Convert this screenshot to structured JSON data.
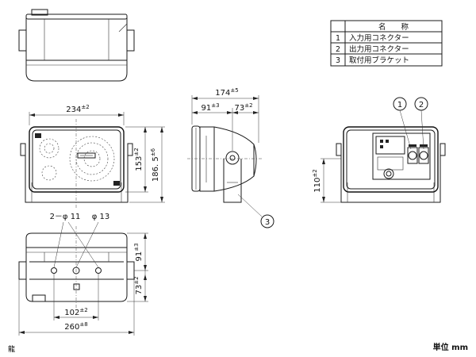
{
  "parts_table": {
    "header_no": "",
    "header_name": "名　　称",
    "rows": [
      {
        "no": "1",
        "name": "入力用コネクター"
      },
      {
        "no": "2",
        "name": "出力用コネクター"
      },
      {
        "no": "3",
        "name": "取付用ブラケット"
      }
    ]
  },
  "dimensions": {
    "width_234": "234",
    "width_234_tol": "±2",
    "height_153": "153",
    "height_153_tol": "±2",
    "height_186": "186. 5",
    "height_186_tol": "±6",
    "depth_174": "174",
    "depth_174_tol": "±5",
    "depth_91": "91",
    "depth_91_tol": "±3",
    "depth_73": "73",
    "depth_73_tol": "±2",
    "rear_110": "110",
    "rear_110_tol": "±2",
    "holes": "2－φ 11",
    "hole_13": "φ 13",
    "bottom_91": "91",
    "bottom_91_tol": "±3",
    "bottom_73": "73",
    "bottom_73_tol": "±2",
    "bottom_102": "102",
    "bottom_102_tol": "±2",
    "bottom_260": "260",
    "bottom_260_tol": "±8"
  },
  "callouts": {
    "c1": "1",
    "c2": "2",
    "c3": "3"
  },
  "mark_bottom_left": "龍",
  "unit_label": "単位 mm"
}
